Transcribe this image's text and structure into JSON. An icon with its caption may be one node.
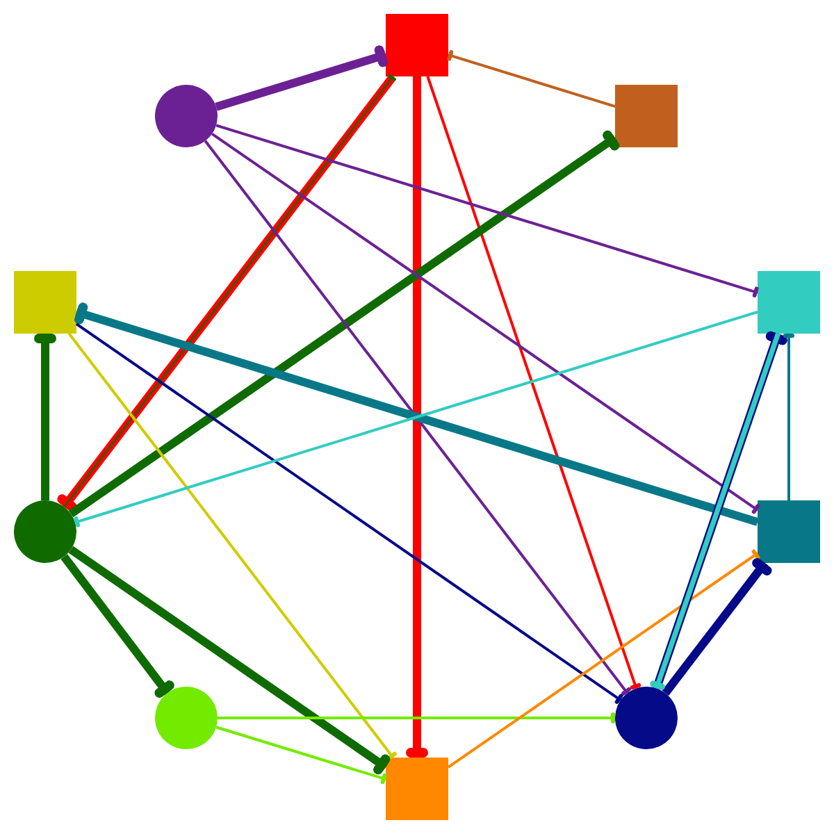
{
  "diagram": {
    "nodes": [
      {
        "text": [],
        "shape": "box"
      },
      {
        "text": [],
        "shape": "circle"
      },
      {
        "text": [],
        "shape": "box"
      },
      {
        "text": [],
        "shape": "box"
      },
      {
        "text": [],
        "shape": "box"
      },
      {
        "text": [],
        "shape": "circle"
      },
      {
        "text": [],
        "shape": "box"
      },
      {
        "text": [],
        "shape": "circle"
      },
      {
        "text": [],
        "shape": "circle"
      },
      {
        "text": [],
        "shape": "box"
      }
    ],
    "edges": [
      {
        "from": 1,
        "to": 0,
        "arrow": "other",
        "style": "thick",
        "color": "#6b2193"
      },
      {
        "from": 2,
        "to": 0,
        "arrow": "other",
        "color": "#c1601e"
      },
      {
        "from": 0,
        "to": 5,
        "arrow": "other",
        "style": "thick",
        "color": "#ff0000"
      },
      {
        "from": 5,
        "to": 0,
        "arrow": "other",
        "color": "#0f6b00"
      },
      {
        "from": 0,
        "to": 9,
        "arrow": "other",
        "style": "thick",
        "color": "#ff0000"
      },
      {
        "from": 0,
        "to": 8,
        "arrow": "other",
        "color": "#ff0000"
      },
      {
        "from": 5,
        "to": 2,
        "arrow": "other",
        "style": "thick",
        "color": "#0f6b00"
      },
      {
        "from": 1,
        "to": 4,
        "arrow": "other",
        "color": "#6b2193"
      },
      {
        "from": 1,
        "to": 6,
        "arrow": "other",
        "color": "#6b2193"
      },
      {
        "from": 1,
        "to": 8,
        "arrow": "other",
        "color": "#6b2193"
      },
      {
        "from": 6,
        "to": 3,
        "arrow": "other",
        "style": "thick",
        "color": "#087888"
      },
      {
        "from": 3,
        "to": 8,
        "arrow": "other",
        "color": "#050a88"
      },
      {
        "from": 5,
        "to": 3,
        "arrow": "other",
        "style": "thick",
        "color": "#0f6b00"
      },
      {
        "from": 3,
        "to": 9,
        "arrow": "other",
        "color": "#d0cc00"
      },
      {
        "from": 4,
        "to": 5,
        "arrow": "other",
        "color": "#33ccc0"
      },
      {
        "from": 5,
        "to": 7,
        "arrow": "other",
        "style": "thick",
        "color": "#0f6b00"
      },
      {
        "from": 5,
        "to": 9,
        "arrow": "other",
        "style": "thick",
        "color": "#0f6b00"
      },
      {
        "from": 7,
        "to": 9,
        "arrow": "other",
        "color": "#73eb00"
      },
      {
        "from": 7,
        "to": 8,
        "arrow": "other",
        "color": "#73eb00"
      },
      {
        "from": 9,
        "to": 6,
        "arrow": "other",
        "color": "#ff8800"
      },
      {
        "from": 8,
        "to": 6,
        "arrow": "other",
        "style": "thick",
        "color": "#050a88"
      },
      {
        "from": 8,
        "to": 4,
        "arrow": "other",
        "style": "thick",
        "color": "#050a88"
      },
      {
        "from": 4,
        "to": 8,
        "arrow": "other",
        "style": "thick",
        "color": "#33ccc0"
      },
      {
        "from": 6,
        "to": 4,
        "arrow": "other",
        "color": "#087888"
      }
    ]
  }
}
